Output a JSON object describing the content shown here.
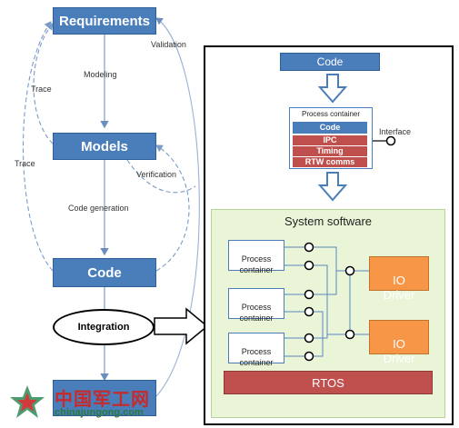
{
  "left_flow": {
    "requirements": "Requirements",
    "models": "Models",
    "code": "Code",
    "integration": "Integration",
    "labels": {
      "modeling": "Modeling",
      "validation": "Validation",
      "trace_1": "Trace",
      "trace_2": "Trace",
      "verification": "Verification",
      "code_generation": "Code generation"
    }
  },
  "right_panel": {
    "code": "Code",
    "process_container": {
      "title": "Process container",
      "rows": [
        "Code",
        "IPC",
        "Timing",
        "RTW comms"
      ],
      "interface": "Interface"
    },
    "system_software": {
      "title": "System software",
      "process_containers": [
        "Process\ncontainer",
        "Process\ncontainer",
        "Process\ncontainer"
      ],
      "io_drivers": [
        "IO\nDriver",
        "IO\nDriver"
      ],
      "rtos": "RTOS"
    }
  },
  "watermark": {
    "chinese": "中国军工网",
    "url": "chinajungong.com"
  },
  "colors": {
    "blue": "#4a7ebb",
    "orange": "#f79646",
    "red": "#c0504d",
    "green_panel": "#eaf5d8"
  }
}
